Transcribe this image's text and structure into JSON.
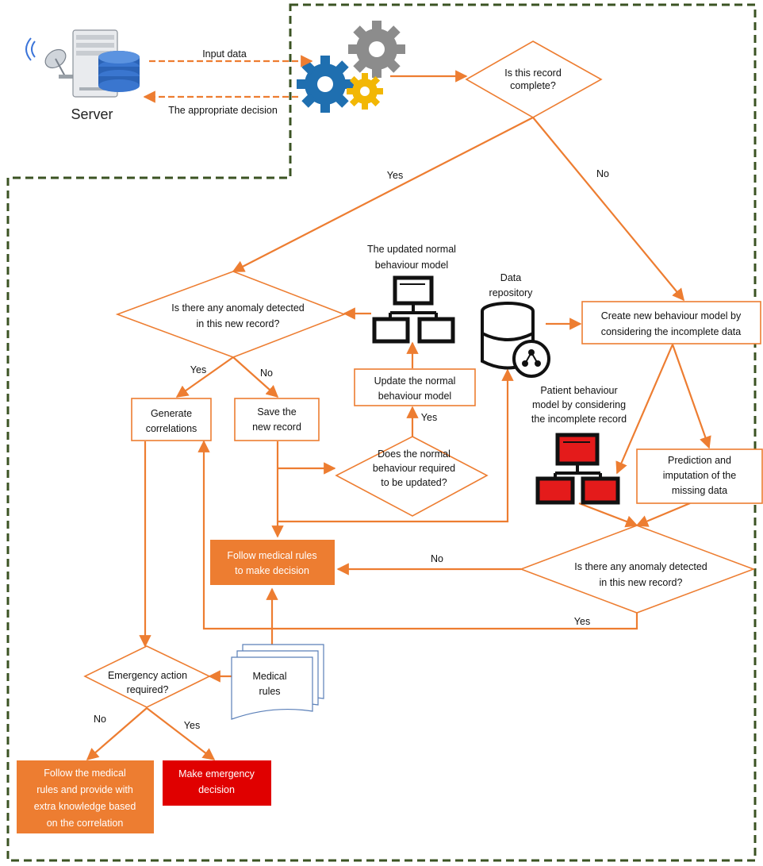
{
  "server": {
    "label": "Server"
  },
  "edges": {
    "input_data": "Input data",
    "appropriate_decision": "The appropriate decision",
    "yes_1": "Yes",
    "no_1": "No",
    "yes_2": "Yes",
    "no_2": "No",
    "yes_3": "Yes",
    "no_3": "No",
    "yes_4": "Yes",
    "no_4": "No",
    "yes_5": "Yes"
  },
  "nodes": {
    "record_complete": [
      "Is this record",
      "complete?"
    ],
    "anomaly_1": [
      "Is there any anomaly detected",
      "in this new record?"
    ],
    "updated_model": [
      "The updated normal",
      "behaviour model"
    ],
    "data_repository": [
      "Data",
      "repository"
    ],
    "create_model": [
      "Create new behaviour model by",
      "considering the incomplete data"
    ],
    "generate_correlations": [
      "Generate",
      "correlations"
    ],
    "save_record": [
      "Save the",
      "new record"
    ],
    "update_model": [
      "Update the normal",
      "behaviour model"
    ],
    "patient_model": [
      "Patient behaviour",
      "model by considering",
      "the incomplete record"
    ],
    "does_update": [
      "Does the normal",
      "behaviour required",
      "to be updated?"
    ],
    "prediction": [
      "Prediction and",
      "imputation of the",
      "missing data"
    ],
    "follow_rules": [
      "Follow medical rules",
      "to make decision"
    ],
    "anomaly_2": [
      "Is there any anomaly detected",
      "in this new record?"
    ],
    "emergency_q": [
      "Emergency action",
      "required?"
    ],
    "medical_rules": [
      "Medical",
      "rules"
    ],
    "follow_extra": [
      "Follow the medical",
      "rules and provide with",
      "extra knowledge based",
      "on the correlation"
    ],
    "make_emergency": [
      "Make emergency",
      "decision"
    ]
  },
  "colors": {
    "edge": "#ED7D31",
    "orange_fill": "#ED7D31",
    "red_fill": "#E00000",
    "border_dashed": "#3B5323",
    "gear_blue": "#1F6FB0",
    "gear_gray": "#8C8C8C",
    "gear_yellow": "#F2B705"
  }
}
